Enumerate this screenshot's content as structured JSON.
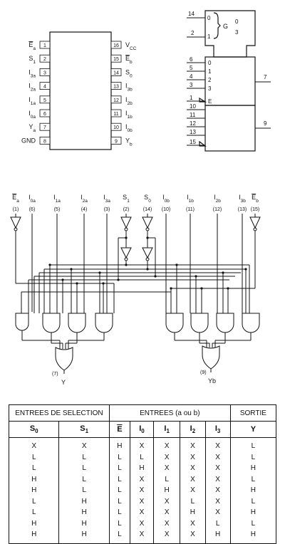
{
  "pinout": {
    "left": [
      {
        "label": "Ea",
        "bar": true,
        "num": "1"
      },
      {
        "label": "S1",
        "num": "2"
      },
      {
        "label": "I3a",
        "num": "3"
      },
      {
        "label": "I2a",
        "num": "4"
      },
      {
        "label": "I1a",
        "num": "5"
      },
      {
        "label": "I0a",
        "num": "6"
      },
      {
        "label": "Ya",
        "num": "7"
      },
      {
        "label": "GND",
        "num": "8"
      }
    ],
    "right": [
      {
        "label": "VCC",
        "num": "16"
      },
      {
        "label": "Eb",
        "bar": true,
        "num": "15"
      },
      {
        "label": "S0",
        "num": "14"
      },
      {
        "label": "I3b",
        "num": "13"
      },
      {
        "label": "I2b",
        "num": "12"
      },
      {
        "label": "I1b",
        "num": "11"
      },
      {
        "label": "I0b",
        "num": "10"
      },
      {
        "label": "Yb",
        "num": "9"
      }
    ]
  },
  "logic_symbol": {
    "select_pins": [
      "14",
      "2"
    ],
    "select_bits": [
      "0",
      "1"
    ],
    "group_label": "G",
    "group_range": [
      "0",
      "3"
    ],
    "upper_inputs": [
      "6",
      "5",
      "4",
      "3",
      "1"
    ],
    "upper_labels": [
      "0",
      "1",
      "2",
      "3",
      "E"
    ],
    "upper_output": "7",
    "lower_inputs": [
      "10",
      "11",
      "12",
      "13",
      "15"
    ],
    "lower_output": "9"
  },
  "schematic": {
    "top_labels": [
      {
        "name": "Ea",
        "bar": true,
        "pin": "(1)"
      },
      {
        "name": "I0a",
        "pin": "(6)"
      },
      {
        "name": "I1a",
        "pin": "(5)"
      },
      {
        "name": "I2a",
        "pin": "(4)"
      },
      {
        "name": "I3a",
        "pin": "(3)"
      },
      {
        "name": "S1",
        "pin": "(2)"
      },
      {
        "name": "S0",
        "pin": "(14)"
      },
      {
        "name": "I0b",
        "pin": "(10)"
      },
      {
        "name": "I1b",
        "pin": "(11)"
      },
      {
        "name": "I2b",
        "pin": "(12)"
      },
      {
        "name": "I3b",
        "pin": "(13)"
      },
      {
        "name": "Eb",
        "bar": true,
        "pin": "(15)"
      }
    ],
    "output_a": {
      "pin": "(7)",
      "name": "Y"
    },
    "output_b": {
      "pin": "(9)",
      "name": "Yb"
    }
  },
  "truth_table": {
    "group_headers": [
      "ENTREES DE SELECTION",
      "ENTREES (a ou b)",
      "SORTIE"
    ],
    "columns": [
      "S0",
      "S1",
      "E",
      "I0",
      "I1",
      "I2",
      "I3",
      "Y"
    ],
    "rows": [
      [
        "X",
        "X",
        "H",
        "X",
        "X",
        "X",
        "X",
        "L"
      ],
      [
        "L",
        "L",
        "L",
        "L",
        "X",
        "X",
        "X",
        "L"
      ],
      [
        "L",
        "L",
        "L",
        "H",
        "X",
        "X",
        "X",
        "H"
      ],
      [
        "H",
        "L",
        "L",
        "X",
        "L",
        "X",
        "X",
        "L"
      ],
      [
        "H",
        "L",
        "L",
        "X",
        "H",
        "X",
        "X",
        "H"
      ],
      [
        "L",
        "H",
        "L",
        "X",
        "X",
        "L",
        "X",
        "L"
      ],
      [
        "L",
        "H",
        "L",
        "X",
        "X",
        "H",
        "X",
        "H"
      ],
      [
        "H",
        "H",
        "L",
        "X",
        "X",
        "X",
        "L",
        "L"
      ],
      [
        "H",
        "H",
        "L",
        "X",
        "X",
        "X",
        "H",
        "H"
      ]
    ]
  }
}
